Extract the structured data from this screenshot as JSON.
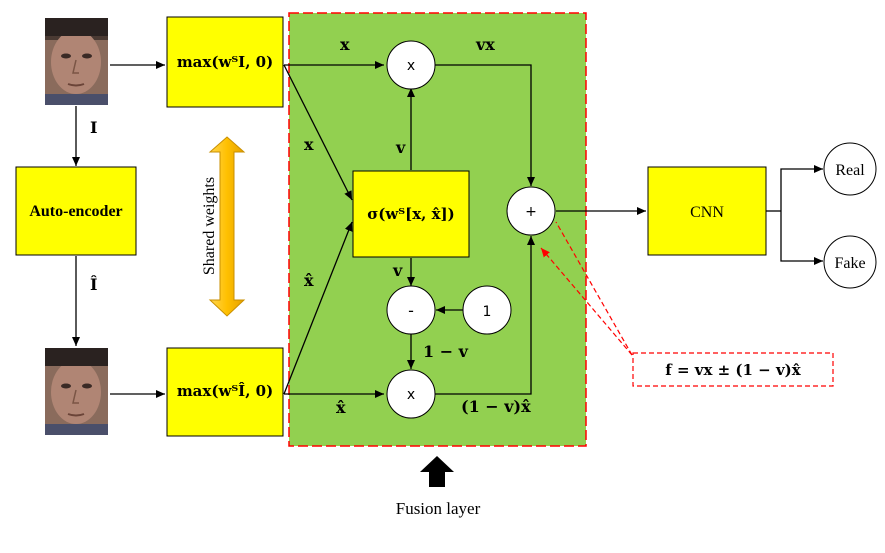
{
  "input_image": {
    "label": "I"
  },
  "reconstructed_image": {
    "label": "Î"
  },
  "autoencoder": {
    "label": "Auto-encoder"
  },
  "relu_top": {
    "label": "max(wᵀI, 0)"
  },
  "relu_bottom": {
    "label": "max(wᵀÎ, 0)"
  },
  "shared_weights": {
    "label": "Shared weights"
  },
  "gate": {
    "label": "σ(wᵀ[x, x̂])"
  },
  "ops": {
    "multiply_top": "x",
    "multiply_bottom": "x",
    "add": "+",
    "subtract": "-",
    "one": "1"
  },
  "edge_labels": {
    "x_top": "x",
    "x_diag": "x",
    "xhat_diag": "x̂",
    "xhat_bottom": "x̂",
    "v_up": "v",
    "v_down": "v",
    "vx": "vx",
    "one_minus_v": "1 − v",
    "one_minus_v_xhat": "(1 − v)x̂"
  },
  "formula": {
    "label": "f = vx ± (1 − v)x̂"
  },
  "cnn": {
    "label": "CNN"
  },
  "outputs": {
    "real": "Real",
    "fake": "Fake"
  },
  "fusion": {
    "label": "Fusion layer"
  },
  "colors": {
    "yellow": "#ffff00",
    "green": "#92d050",
    "red_dashed": "#ff0000",
    "orange_arrow": "#ffc000"
  }
}
